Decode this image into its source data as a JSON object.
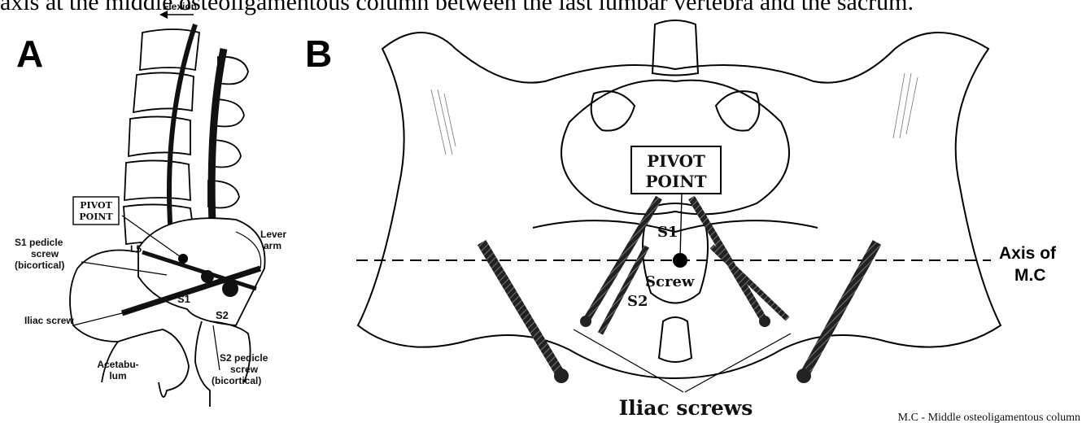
{
  "caption": "axis at the middle osteoligamentous column between the last lumbar vertebra and the sacrum.",
  "panel_a": {
    "letter": "A",
    "flexion": "Flexion",
    "pivot_line1": "PIVOT",
    "pivot_line2": "POINT",
    "s1_pedicle_line1": "S1 pedicle",
    "s1_pedicle_line2": "screw",
    "s1_pedicle_line3": "(bicortical)",
    "l5": "L5",
    "s1": "S1",
    "s2": "S2",
    "lever_line1": "Lever",
    "lever_line2": "arm",
    "iliac_screw": "Iliac screw",
    "acetabulum_line1": "Acetabu-",
    "acetabulum_line2": "lum",
    "s2_pedicle_line1": "S2 pedicle",
    "s2_pedicle_line2": "screw",
    "s2_pedicle_line3": "(bicortical)"
  },
  "panel_b": {
    "letter": "B",
    "pivot_line1": "PIVOT",
    "pivot_line2": "POINT",
    "s1": "S1",
    "s2": "S2",
    "screw": "Screw",
    "axis_line1": "Axis of",
    "axis_line2": "M.C",
    "iliac_screws": "Iliac screws"
  },
  "footnote": "M.C - Middle osteoligamentous column"
}
